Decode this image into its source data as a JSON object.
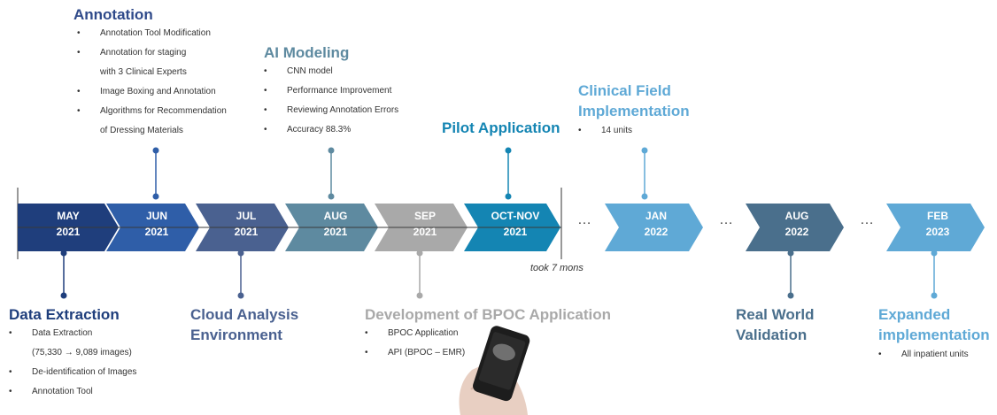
{
  "colors": {
    "navy": "#1f3e7c",
    "blue": "#2f5ea8",
    "slate": "#4a6190",
    "steel": "#5e8aa0",
    "gray": "#a9a9a9",
    "teal": "#1485b3",
    "sky": "#5fa9d6",
    "text": "#333333"
  },
  "chevrons": [
    {
      "month": "MAY",
      "year": "2021"
    },
    {
      "month": "JUN",
      "year": "2021"
    },
    {
      "month": "JUL",
      "year": "2021"
    },
    {
      "month": "AUG",
      "year": "2021"
    },
    {
      "month": "SEP",
      "year": "2021"
    },
    {
      "month": "OCT-NOV",
      "year": "2021"
    },
    {
      "month": "JAN",
      "year": "2022"
    },
    {
      "month": "AUG",
      "year": "2022"
    },
    {
      "month": "FEB",
      "year": "2023"
    }
  ],
  "ellipsis": "…",
  "duration_note": "took 7 mons",
  "annotation": {
    "title": "Annotation",
    "items": [
      "Annotation Tool  Modification",
      "Annotation for staging",
      "with 3 Clinical Experts",
      "Image Boxing and Annotation",
      "Algorithms for Recommendation",
      "of Dressing Materials"
    ]
  },
  "ai_modeling": {
    "title": "AI Modeling",
    "items": [
      "CNN model",
      "Performance Improvement",
      "Reviewing Annotation Errors",
      "Accuracy 88.3%"
    ]
  },
  "pilot": {
    "title": "Pilot Application"
  },
  "clinical_field": {
    "title_line1": "Clinical Field",
    "title_line2": "Implementation",
    "items": [
      "14 units"
    ]
  },
  "data_extraction": {
    "title": "Data Extraction",
    "items": [
      "Data Extraction",
      "(75,330 → 9,089 images)",
      "De-identification of Images",
      "Annotation Tool"
    ]
  },
  "cloud": {
    "title_line1": "Cloud Analysis",
    "title_line2": "Environment"
  },
  "bpoc": {
    "title": "Development of BPOC Application",
    "items": [
      "BPOC Application",
      "API (BPOC – EMR)"
    ]
  },
  "real_world": {
    "title_line1": "Real World",
    "title_line2": "Validation"
  },
  "expanded": {
    "title_line1": "Expanded",
    "title_line2": "implementation",
    "items": [
      "All inpatient units"
    ]
  }
}
